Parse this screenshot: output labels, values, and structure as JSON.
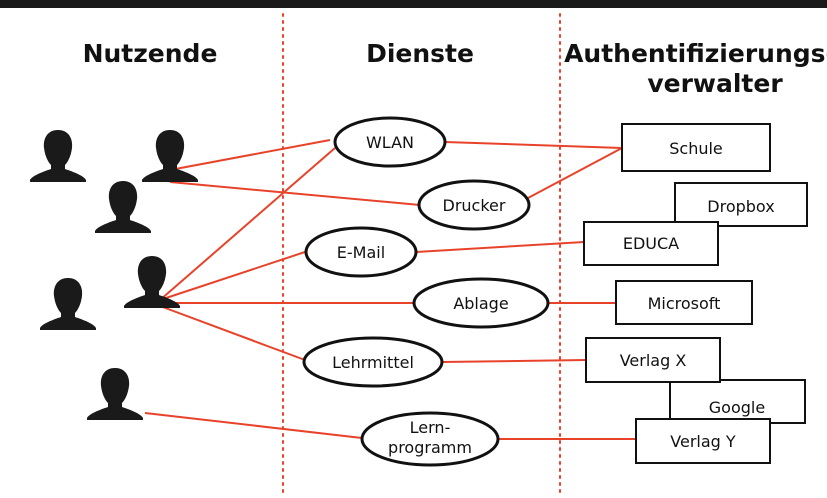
{
  "columns": {
    "users": "Nutzende",
    "services": "Dienste",
    "auth_line1": "Authentifizierungs-",
    "auth_line2": "verwalter"
  },
  "services": {
    "wlan": "WLAN",
    "drucker": "Drucker",
    "email": "E-Mail",
    "ablage": "Ablage",
    "lehrmittel": "Lehrmittel",
    "lern_line1": "Lern-",
    "lern_line2": "programm"
  },
  "providers": {
    "schule": "Schule",
    "dropbox": "Dropbox",
    "educa": "EDUCA",
    "microsoft": "Microsoft",
    "verlag_x": "Verlag X",
    "google": "Google",
    "verlag_y": "Verlag Y"
  },
  "colors": {
    "edge": "#e8432a",
    "ink": "#111111",
    "person": "#1a1a1a"
  },
  "icons": [
    "person-icon"
  ]
}
